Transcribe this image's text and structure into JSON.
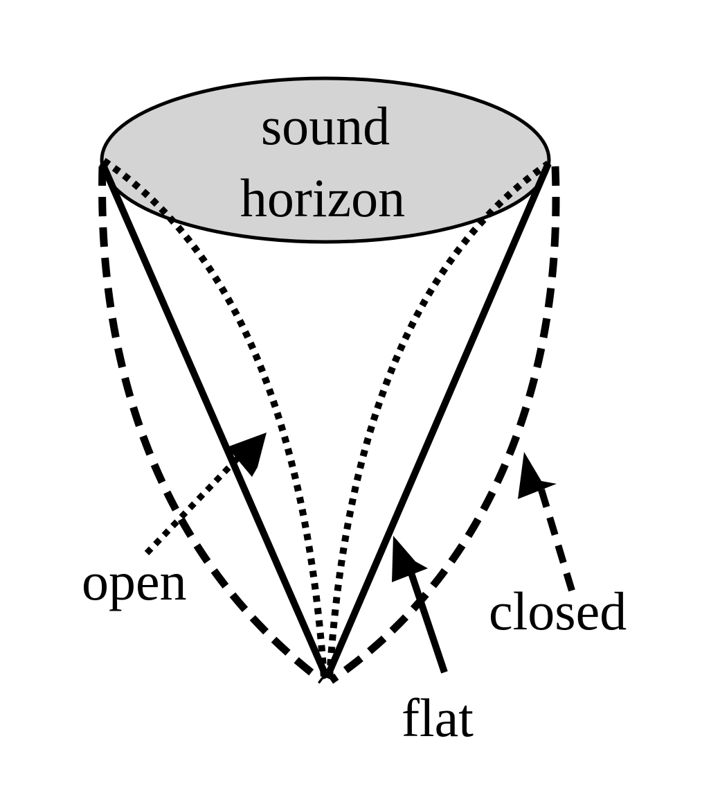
{
  "horizon": {
    "line1": "sound",
    "line2": "horizon",
    "fill_color": "#d4d4d4"
  },
  "labels": {
    "open": "open",
    "flat": "flat",
    "closed": "closed"
  },
  "colors": {
    "stroke": "#000000",
    "background": "#ffffff"
  }
}
